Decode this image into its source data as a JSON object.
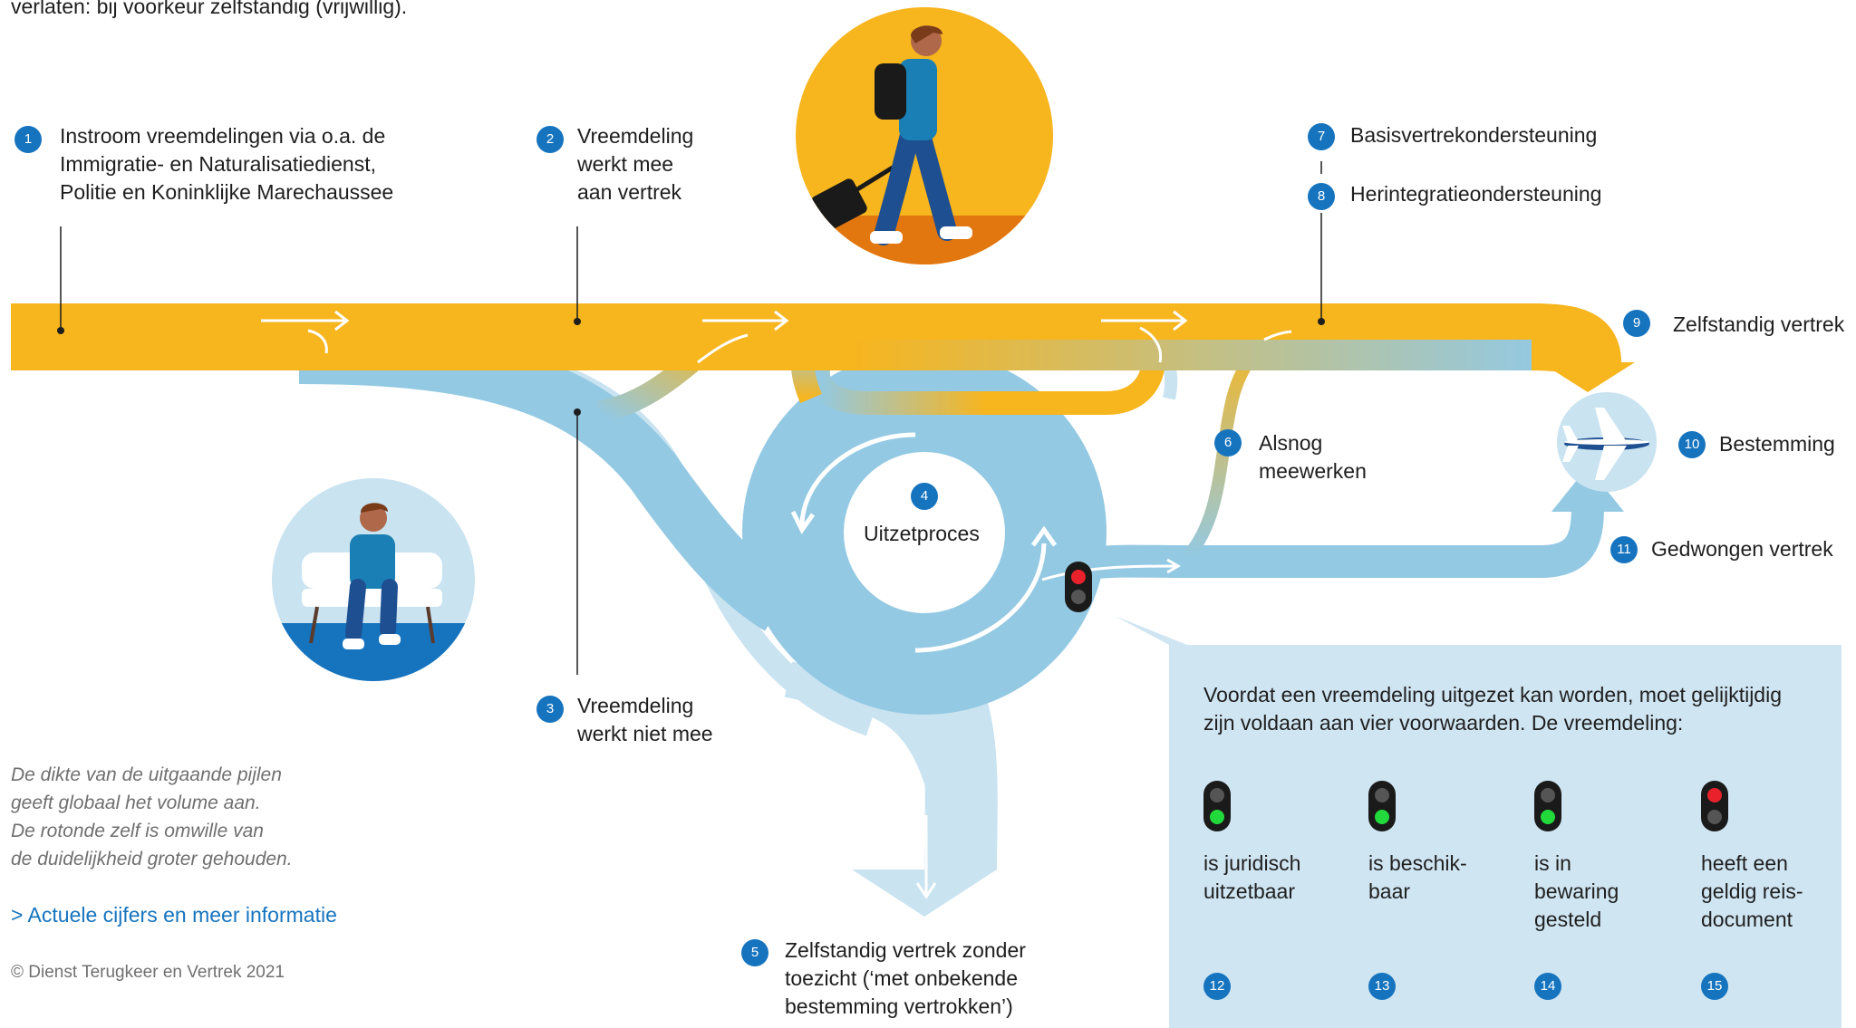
{
  "header_partial": "verlaten: bij voorkeur zelfstandig (vrijwillig).",
  "steps": [
    {
      "n": "1",
      "label": "Instroom vreemdelingen via o.a. de\nImmigratie- en Naturalisatiedienst,\nPolitie en Koninklijke Marechaussee"
    },
    {
      "n": "2",
      "label": "Vreemdeling\nwerkt mee\naan vertrek"
    },
    {
      "n": "3",
      "label": "Vreemdeling\nwerkt niet mee"
    },
    {
      "n": "4",
      "label": "Uitzetproces"
    },
    {
      "n": "5",
      "label": "Zelfstandig vertrek zonder\ntoezicht (‘met onbekende\nbestemming vertrokken’)"
    },
    {
      "n": "6",
      "label": "Alsnog\nmeewerken"
    },
    {
      "n": "7",
      "label": "Basisvertrekondersteuning"
    },
    {
      "n": "8",
      "label": "Herintegratieondersteuning"
    },
    {
      "n": "9",
      "label": "Zelfstandig vertrek"
    },
    {
      "n": "10",
      "label": "Bestemming"
    },
    {
      "n": "11",
      "label": "Gedwongen vertrek"
    }
  ],
  "note": "De dikte van de uitgaande pijlen\ngeeft globaal het volume aan.\nDe rotonde zelf is omwille van\nde duidelijkheid groter gehouden.",
  "link": "> Actuele cijfers en meer informatie",
  "copyright": "© Dienst Terugkeer en Vertrek 2021",
  "panel": {
    "intro": "Voordat een vreemdeling uitgezet kan worden, moet gelijktijdig\nzijn voldaan aan vier voorwaarden. De vreemdeling:",
    "conditions": [
      {
        "n": "12",
        "label": "is juridisch\nuitzetbaar",
        "light": "green"
      },
      {
        "n": "13",
        "label": "is beschik-\nbaar",
        "light": "green"
      },
      {
        "n": "14",
        "label": "is in\nbewaring\ngesteld",
        "light": "green"
      },
      {
        "n": "15",
        "label": "heeft een\ngeldig reis-\ndocument",
        "light": "red"
      }
    ]
  },
  "colors": {
    "yellow": "#f7b51e",
    "blue_medium": "#93c9e3",
    "blue_light": "#c9e3f1",
    "badge_blue": "#1674bf",
    "orange": "#e2760f",
    "red_light": "#e8212b",
    "green_light": "#22d93b"
  }
}
